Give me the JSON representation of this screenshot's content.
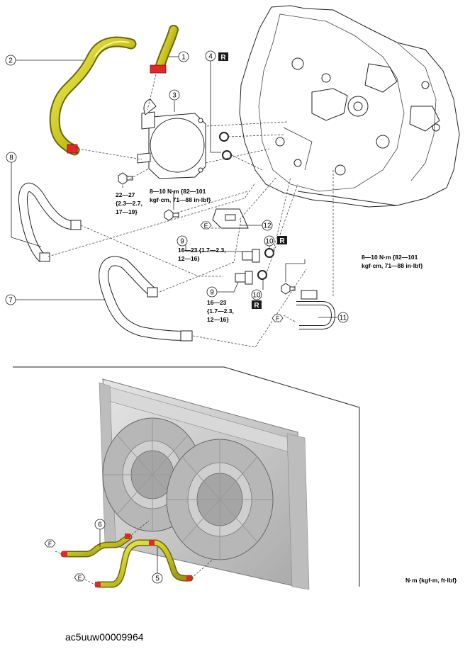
{
  "callouts": {
    "c1": "1",
    "c2": "2",
    "c3": "3",
    "c4": "4",
    "c5": "5",
    "c6": "6",
    "c7": "7",
    "c8": "8",
    "c9a": "9",
    "c9b": "9",
    "c10a": "10",
    "c10b": "10",
    "c11": "11",
    "c12": "12"
  },
  "markers": {
    "r_label": "R",
    "e_label": "E",
    "f_label": "F"
  },
  "torques": {
    "t_bolt_left": [
      "22—27",
      "{2.3—2.7,",
      "17—19}"
    ],
    "t_bracket": [
      "8—10 N·m {82—101",
      "kgf·cm, 71—88 in·lbf}"
    ],
    "t_upper_fitting": [
      "16—23 {1.7—2.3,",
      "12—16}"
    ],
    "t_lower_fitting": [
      "16—23",
      "{1.7—2.3,",
      "12—16}"
    ],
    "t_right_bolt": [
      "8—10 N·m {82—101",
      "kgf·cm, 71—88 in·lbf}"
    ]
  },
  "units_note": "N·m {kgf·m, ft·lbf}",
  "document_id": "ac5uuw00009964",
  "colors": {
    "hose_yellow": "#d4d12a",
    "clamp_red": "#e0282a",
    "line_gray": "#555555",
    "radiator_gray": "#c9c9c9"
  }
}
